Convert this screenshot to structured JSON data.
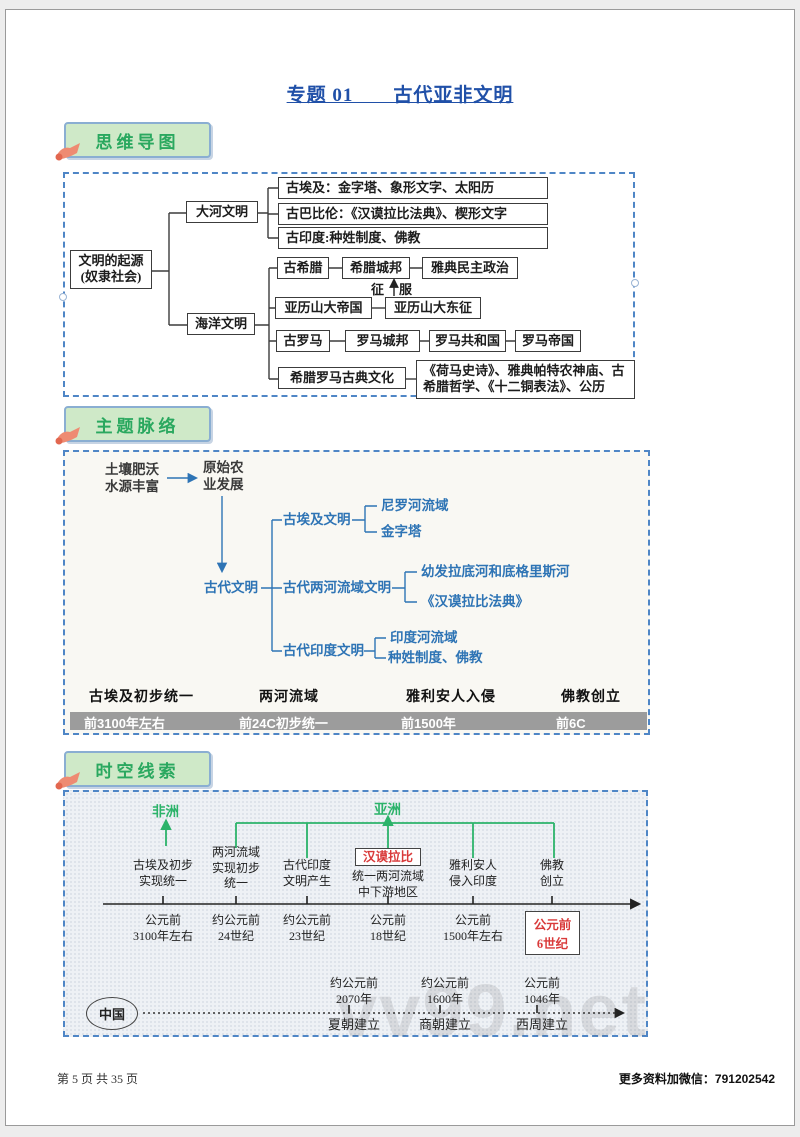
{
  "page": {
    "title": "专题 01　　古代亚非文明",
    "footer_left": "第 5 页 共 35 页",
    "footer_right": "更多资料加微信：791202542",
    "watermark": "vv99.net"
  },
  "badges": {
    "mindmap": "思维导图",
    "theme": "主题脉络",
    "timeline": "时空线索"
  },
  "colors": {
    "title_blue": "#2050a8",
    "border_blue": "#4f86c6",
    "tree_blue": "#2e74b5",
    "green": "#2cb36a",
    "red": "#d93a3a",
    "badge_bg": "#cfe9c8",
    "badge_text": "#2aa85f",
    "bar_gray": "#9c9c9c",
    "icon_pink": "#ee8b72"
  },
  "mindmap": {
    "root": "文明的起源\n(奴隶社会)",
    "river": {
      "label": "大河文明",
      "items": [
        "古埃及：金字塔、象形文字、太阳历",
        "古巴比伦：《汉谟拉比法典》、楔形文字",
        "古印度:种姓制度、佛教"
      ]
    },
    "ocean": {
      "label": "海洋文明",
      "greece": [
        "古希腊",
        "希腊城邦",
        "雅典民主政治"
      ],
      "conquer": [
        "征",
        "服"
      ],
      "alexander": [
        "亚历山大帝国",
        "亚历山大东征"
      ],
      "rome": [
        "古罗马",
        "罗马城邦",
        "罗马共和国",
        "罗马帝国"
      ],
      "classic": [
        "希腊罗马古典文化",
        "《荷马史诗》、雅典帕特农神庙、古希腊哲学、《十二铜表法》、公历"
      ]
    }
  },
  "theme": {
    "cause": "土壤肥沃\n水源丰富",
    "effect": "原始农\n业发展",
    "root": "古代文明",
    "branches": [
      {
        "label": "古埃及文明",
        "items": [
          "尼罗河流域",
          "金字塔"
        ]
      },
      {
        "label": "古代两河流域文明",
        "items": [
          "幼发拉底河和底格里斯河",
          "《汉谟拉比法典》"
        ]
      },
      {
        "label": "古代印度文明",
        "items": [
          "印度河流域",
          "种姓制度、佛教"
        ]
      }
    ],
    "milestones": [
      {
        "label": "古埃及初步统一",
        "date": "前3100年左右"
      },
      {
        "label": "两河流域",
        "date": "前24C初步统一"
      },
      {
        "label": "雅利安人入侵",
        "date": "前1500年"
      },
      {
        "label": "佛教创立",
        "date": "前6C"
      }
    ]
  },
  "timeline": {
    "africa": "非洲",
    "asia": "亚洲",
    "events": [
      {
        "label": "古埃及初步\n实现统一",
        "date": "公元前\n3100年左右"
      },
      {
        "label": "两河流域\n实现初步\n统一",
        "date": "约公元前\n24世纪"
      },
      {
        "label": "古代印度\n文明产生",
        "date": "约公元前\n23世纪"
      },
      {
        "box": "汉谟拉比",
        "label": "统一两河流域\n中下游地区",
        "date": "公元前\n18世纪"
      },
      {
        "label": "雅利安人\n侵入印度",
        "date": "公元前\n1500年左右"
      },
      {
        "label": "佛教\n创立",
        "date": "公元前\n6世纪"
      }
    ],
    "china": {
      "label": "中国",
      "events": [
        {
          "date": "约公元前\n2070年",
          "label": "夏朝建立"
        },
        {
          "date": "约公元前\n1600年",
          "label": "商朝建立"
        },
        {
          "date": "公元前\n1046年",
          "label": "西周建立"
        }
      ]
    }
  }
}
